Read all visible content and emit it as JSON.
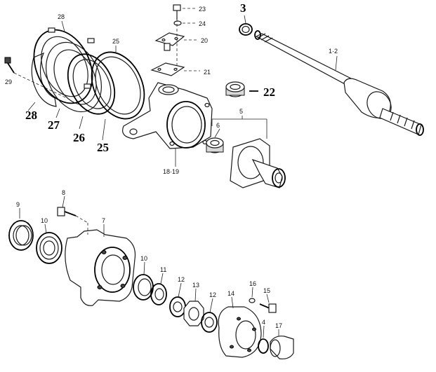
{
  "labels": {
    "l3": "3",
    "l23": "23",
    "l24": "24",
    "l20": "20",
    "l21": "21",
    "l22": "22",
    "l28top": "28",
    "l25top": "25",
    "l29": "29",
    "l28": "28",
    "l27": "27",
    "l26": "26",
    "l25": "25",
    "l1_2": "1·2",
    "l5": "5",
    "l6": "6",
    "l18_19": "18·19",
    "l9": "9",
    "l8": "8",
    "l10a": "10",
    "l7": "7",
    "l10b": "10",
    "l11": "11",
    "l12a": "12",
    "l13": "13",
    "l12b": "12",
    "l14": "14",
    "l16": "16",
    "l15": "15",
    "l4": "4",
    "l17": "17"
  }
}
